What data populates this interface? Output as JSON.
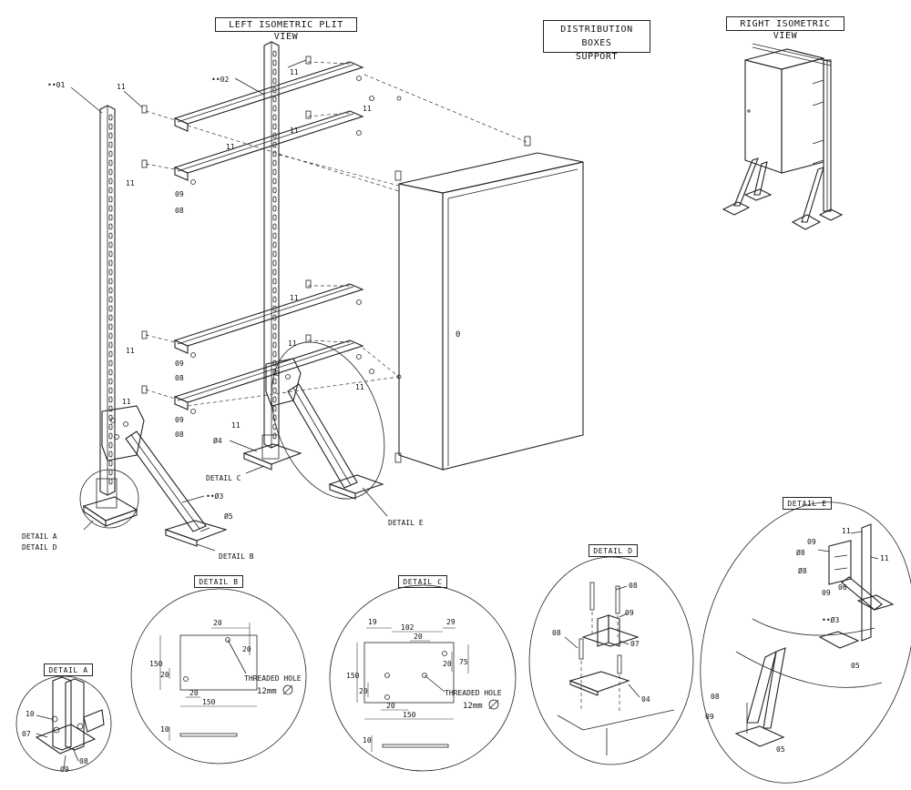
{
  "titles": {
    "left_iso": "LEFT ISOMETRIC PLIT VIEW",
    "dist_boxes_line1": "DISTRIBUTION BOXES",
    "dist_boxes_line2": "SUPPORT",
    "right_iso": "RIGHT ISOMETRIC VIEW",
    "detail_a": "DETAIL A",
    "detail_b": "DETAIL B",
    "detail_c": "DETAIL C",
    "detail_d": "DETAIL D",
    "detail_e": "DETAIL E"
  },
  "main_labels": {
    "p01": "••01",
    "p02": "••02",
    "p03": "••Ø3",
    "p04": "Ø4",
    "p05": "Ø5",
    "p11": "11",
    "p09": "09",
    "p08": "08",
    "detail_a": "DETAIL A",
    "detail_d": "DETAIL D",
    "detail_b": "DETAIL B",
    "detail_c": "DETAIL C",
    "detail_e": "DETAIL E"
  },
  "detail_b": {
    "dim_20_top": "20",
    "dim_20_right": "20",
    "dim_150_v": "150",
    "dim_20_v": "20",
    "dim_20_h": "20",
    "dim_150_h": "150",
    "dim_10": "10",
    "note_line1": "THREADED HOLE",
    "note_line2": "12mm"
  },
  "detail_c": {
    "dim_19": "19",
    "dim_102": "102",
    "dim_29": "29",
    "dim_20_top": "20",
    "dim_20_r": "20",
    "dim_75": "75",
    "dim_150_v": "150",
    "dim_20_v": "20",
    "dim_20_h": "20",
    "dim_150_h": "150",
    "dim_10": "10",
    "note_line1": "THREADED HOLE",
    "note_line2": "12mm"
  },
  "detail_a_labels": {
    "l10": "10",
    "l07": "07",
    "l08": "08",
    "l09": "09"
  },
  "detail_d_labels": {
    "l08a": "08",
    "l09": "09",
    "l08b": "08",
    "l07": "07",
    "l04": "04"
  },
  "detail_e_labels": {
    "l11a": "11",
    "l09a": "09",
    "l08a": "Ø8",
    "l08b": "Ø8",
    "l06": "06",
    "l09b": "09",
    "l11b": "11",
    "l03": "••Ø3",
    "l05a": "05",
    "l08c": "08",
    "l09c": "09",
    "l05b": "05"
  }
}
